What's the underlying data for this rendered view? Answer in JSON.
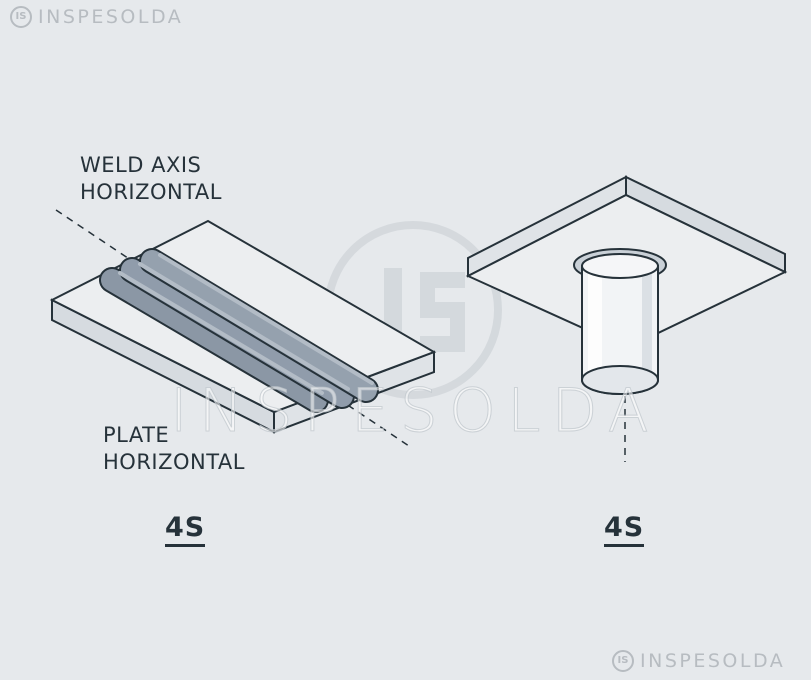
{
  "watermark": {
    "brand": "INSPESOLDA",
    "logo_text": "IS"
  },
  "left_figure": {
    "label_top_line1": "WELD AXIS",
    "label_top_line2": "HORIZONTAL",
    "label_bottom_line1": "PLATE",
    "label_bottom_line2": "HORIZONTAL",
    "caption": "4S",
    "icons": [
      "horizontal-plate-icon",
      "weld-bead-icon",
      "axis-dashed-line"
    ]
  },
  "right_figure": {
    "caption": "4S",
    "icons": [
      "overhead-plate-icon",
      "vertical-pipe-icon",
      "axis-dashed-line"
    ]
  },
  "colors": {
    "background": "#e6e9ec",
    "line": "#26323a",
    "plate_top": "#eceef0",
    "plate_side": "#d8dde1",
    "weld_bead": "#8b97a5",
    "watermark": "#b7bcc1"
  }
}
